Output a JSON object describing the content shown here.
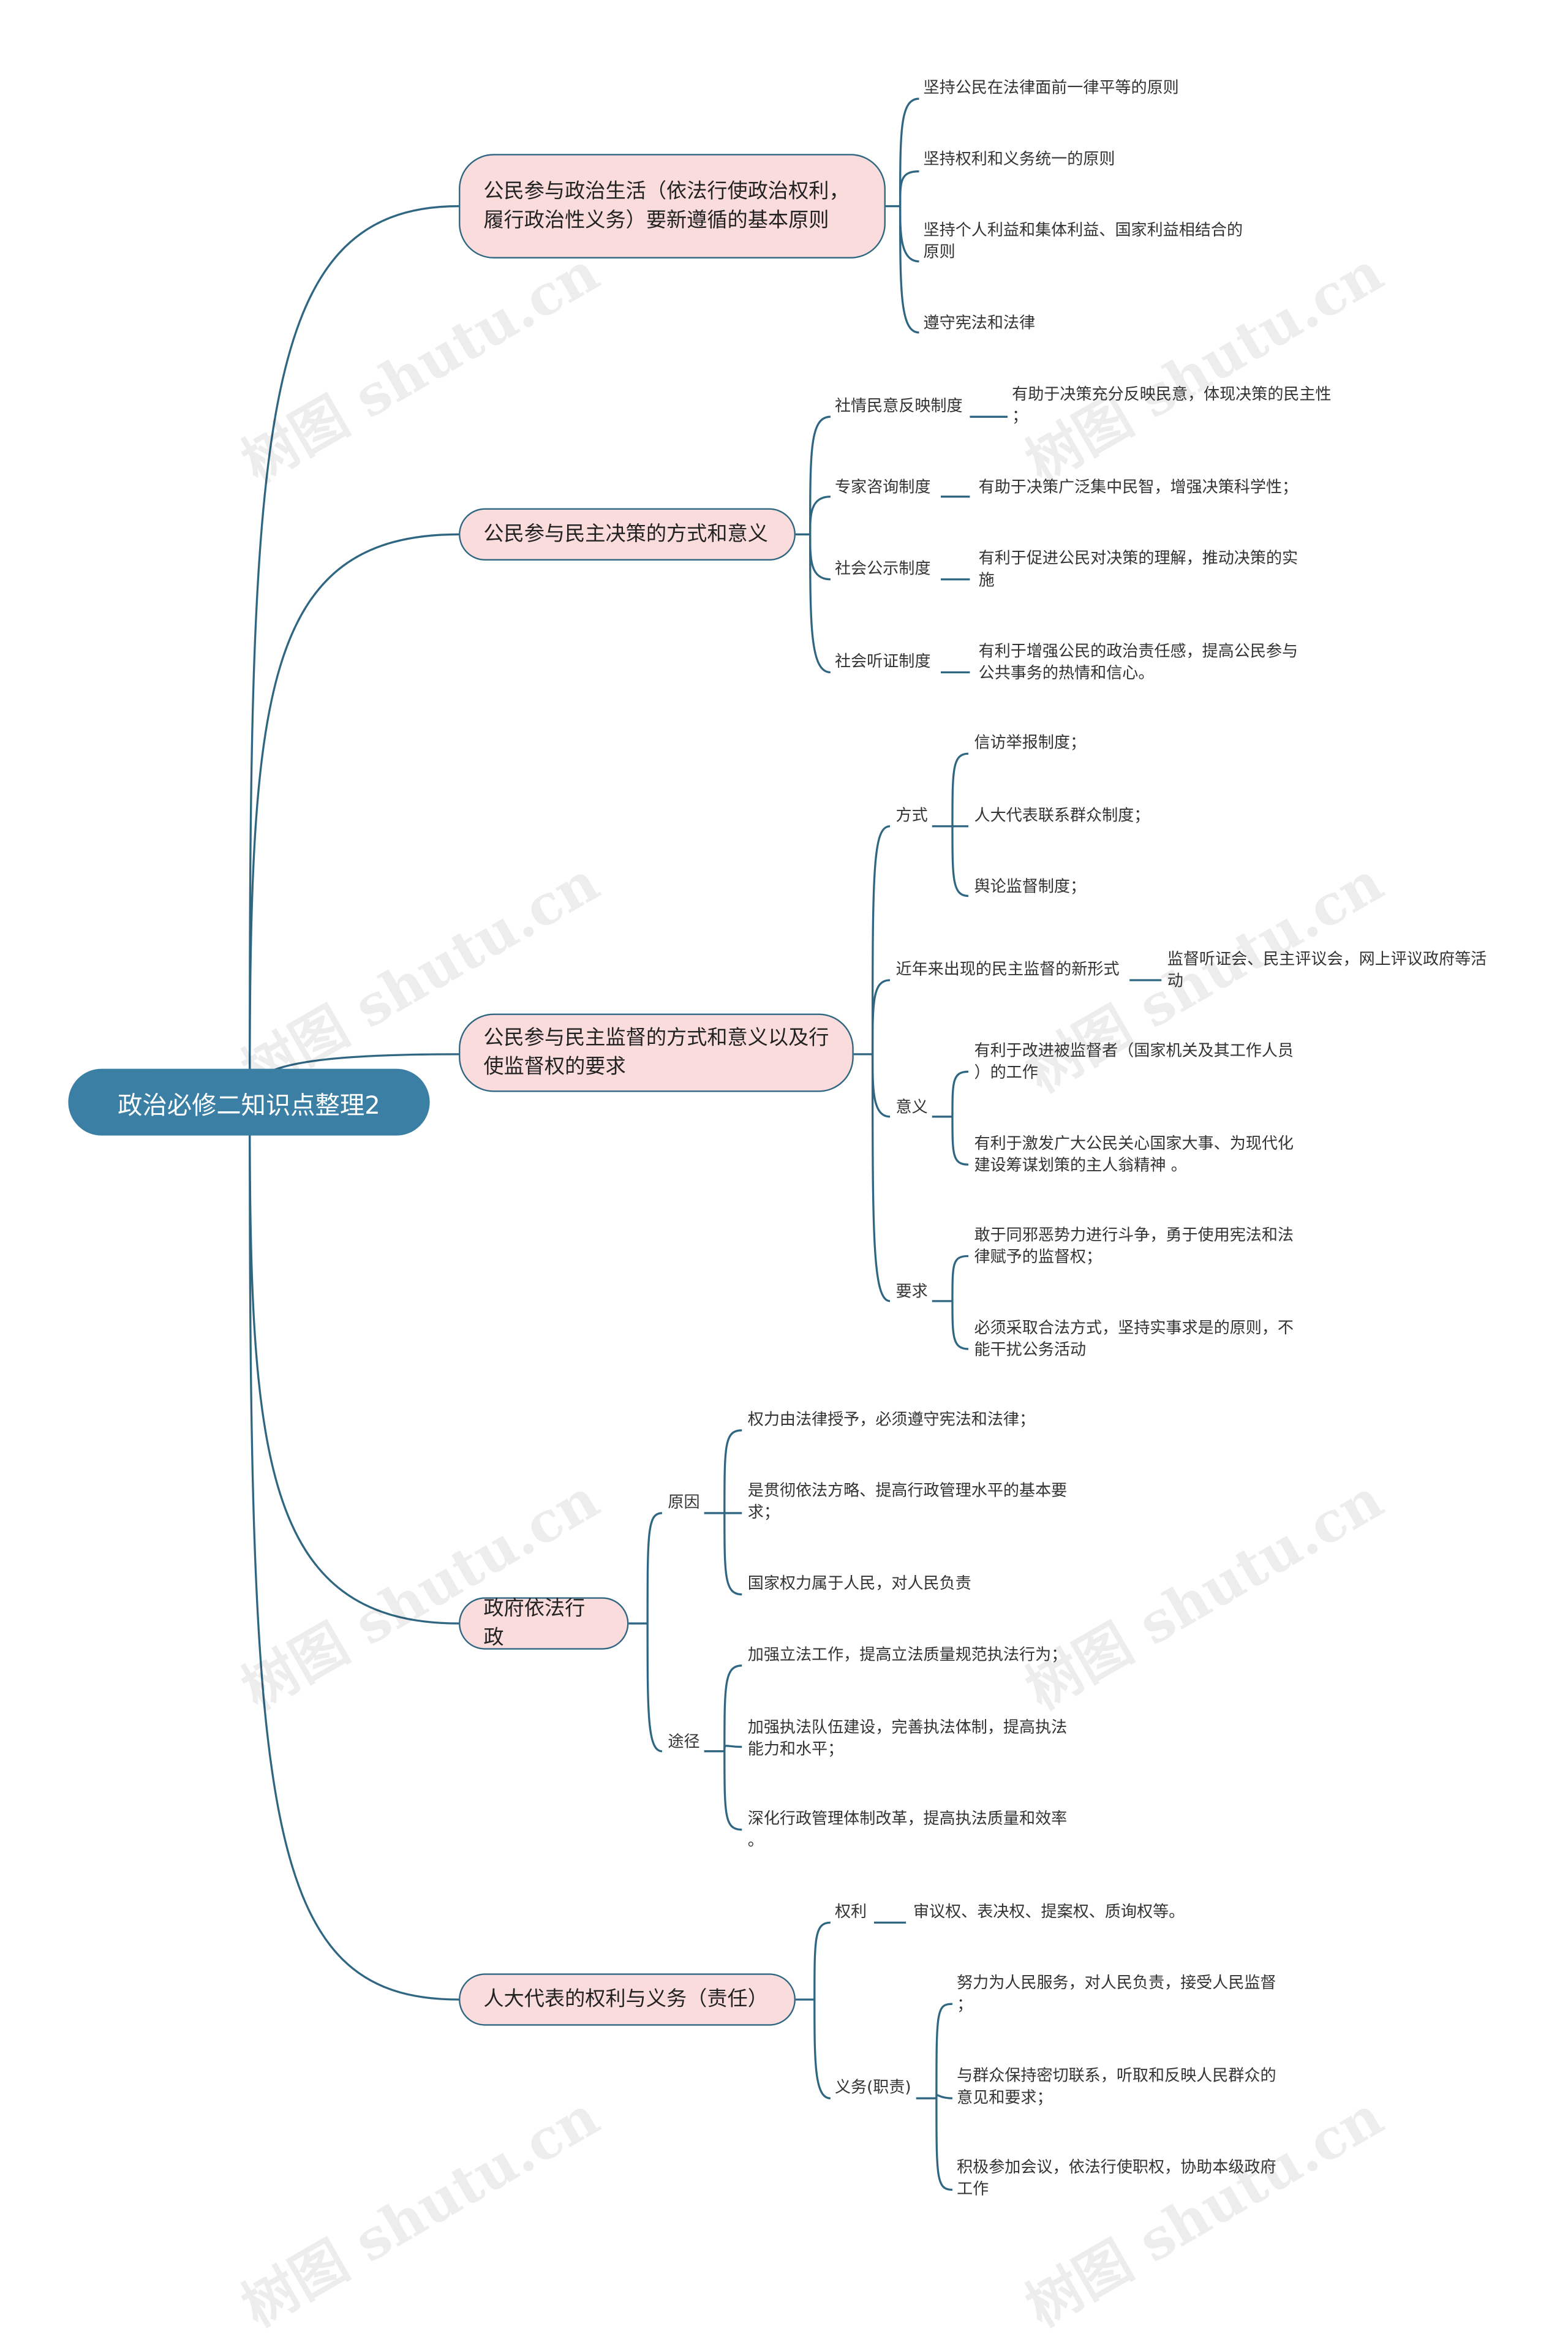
{
  "root": "政治必修二知识点整理2",
  "topics": [
    {
      "label": "公民参与政治生活（依法行使政治权利，履行政治性义务）要新遵循的基本原则",
      "leaves": [
        "坚持公民在法律面前一律平等的原则",
        "坚持权利和义务统一的原则",
        "坚持个人利益和集体利益、国家利益相结合的\n原则",
        "遵守宪法和法律"
      ]
    },
    {
      "label": "公民参与民主决策的方式和意义",
      "subs": [
        {
          "label": "社情民意反映制度",
          "leaves": [
            "有助于决策充分反映民意，体现决策的民主性\n；"
          ]
        },
        {
          "label": "专家咨询制度",
          "leaves": [
            "有助于决策广泛集中民智，增强决策科学性；"
          ]
        },
        {
          "label": "社会公示制度",
          "leaves": [
            "有利于促进公民对决策的理解，推动决策的实\n施"
          ]
        },
        {
          "label": "社会听证制度",
          "leaves": [
            "有利于增强公民的政治责任感，提高公民参与\n公共事务的热情和信心。"
          ]
        }
      ]
    },
    {
      "label": "公民参与民主监督的方式和意义以及行使监督权的要求",
      "subs": [
        {
          "label": "方式",
          "leaves": [
            "信访举报制度；",
            "人大代表联系群众制度；",
            "舆论监督制度；"
          ]
        },
        {
          "label": "近年来出现的民主监督的新形式",
          "leaves": [
            "监督听证会、民主评议会，网上评议政府等活\n动"
          ]
        },
        {
          "label": "意义",
          "leaves": [
            "有利于改进被监督者（国家机关及其工作人员\n）的工作",
            "有利于激发广大公民关心国家大事、为现代化\n建设筹谋划策的主人翁精神 。"
          ]
        },
        {
          "label": "要求",
          "leaves": [
            "敢于同邪恶势力进行斗争，勇于使用宪法和法\n律赋予的监督权；",
            "必须采取合法方式，坚持实事求是的原则，不\n能干扰公务活动"
          ]
        }
      ]
    },
    {
      "label": "政府依法行政",
      "subs": [
        {
          "label": "原因",
          "leaves": [
            "权力由法律授予，必须遵守宪法和法律；",
            "是贯彻依法方略、提高行政管理水平的基本要\n求；",
            "国家权力属于人民，对人民负责"
          ]
        },
        {
          "label": "途径",
          "leaves": [
            "加强立法工作，提高立法质量规范执法行为；",
            "加强执法队伍建设，完善执法体制，提高执法\n能力和水平；",
            "深化行政管理体制改革，提高执法质量和效率\n。"
          ]
        }
      ]
    },
    {
      "label": "人大代表的权利与义务（责任）",
      "subs": [
        {
          "label": "权利",
          "leaves": [
            "审议权、表决权、提案权、质询权等。"
          ]
        },
        {
          "label": "义务(职责)",
          "leaves": [
            "努力为人民服务，对人民负责，接受人民监督\n；",
            "与群众保持密切联系，听取和反映人民群众的\n意见和要求；",
            "积极参加会议，依法行使职权，协助本级政府\n工作"
          ]
        }
      ]
    }
  ],
  "watermark": "树图 shutu.cn"
}
